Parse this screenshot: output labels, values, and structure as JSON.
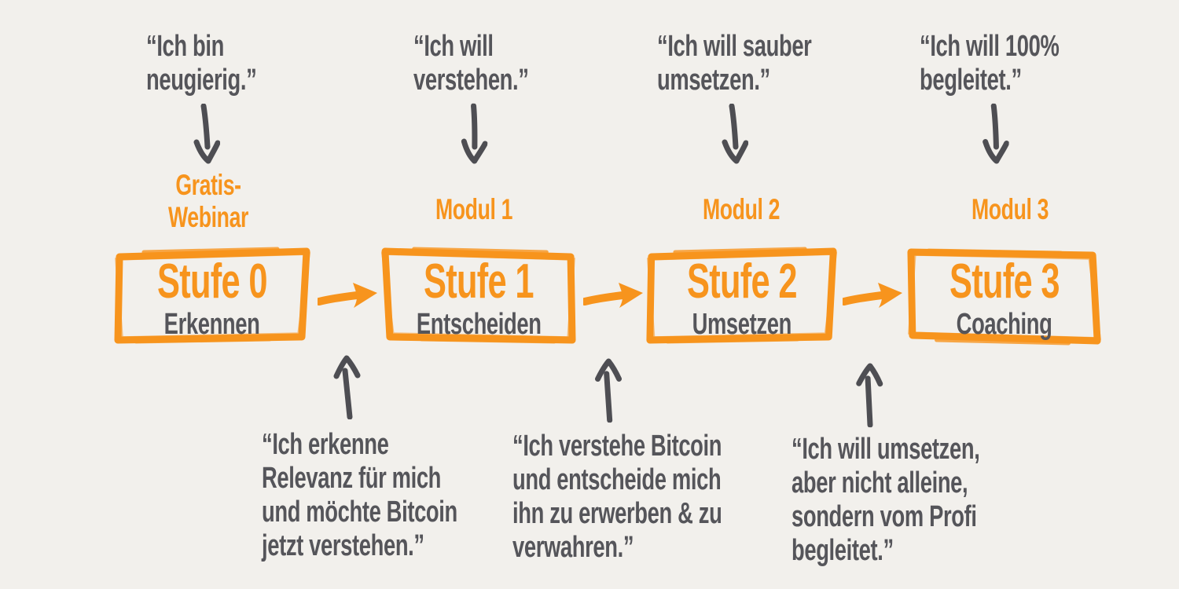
{
  "diagram": {
    "title_semantics": "Bitcoin Kurs Stufen-Funnel",
    "colors": {
      "accent_orange": "#F7941D",
      "text_gray": "#55555A",
      "background": "#F2F0EC"
    },
    "columns": [
      {
        "quote": "“Ich bin\nneugierig.”",
        "label": "Gratis-\nWebinar",
        "stage": "Stufe 0",
        "name": "Erkennen"
      },
      {
        "quote": "“Ich will\nverstehen.”",
        "label": "Modul 1",
        "stage": "Stufe 1",
        "name": "Entscheiden"
      },
      {
        "quote": "“Ich will sauber\numsetzen.”",
        "label": "Modul 2",
        "stage": "Stufe 2",
        "name": "Umsetzen"
      },
      {
        "quote": "“Ich will 100%\nbegleitet.”",
        "label": "Modul 3",
        "stage": "Stufe 3",
        "name": "Coaching"
      }
    ],
    "bottom_quotes": [
      "“Ich erkenne\nRelevanz für mich\nund möchte Bitcoin\njetzt verstehen.”",
      "“Ich verstehe Bitcoin\nund entscheide mich\nihn zu erwerben & zu\nverwahren.”",
      "“Ich will umsetzen,\naber nicht alleine,\nsondern vom Profi\nbegleitet.”"
    ],
    "icons": {
      "down_arrow": "hand-drawn arrow pointing down",
      "up_arrow": "hand-drawn arrow pointing up",
      "right_arrow": "hand-drawn arrow pointing right"
    }
  }
}
